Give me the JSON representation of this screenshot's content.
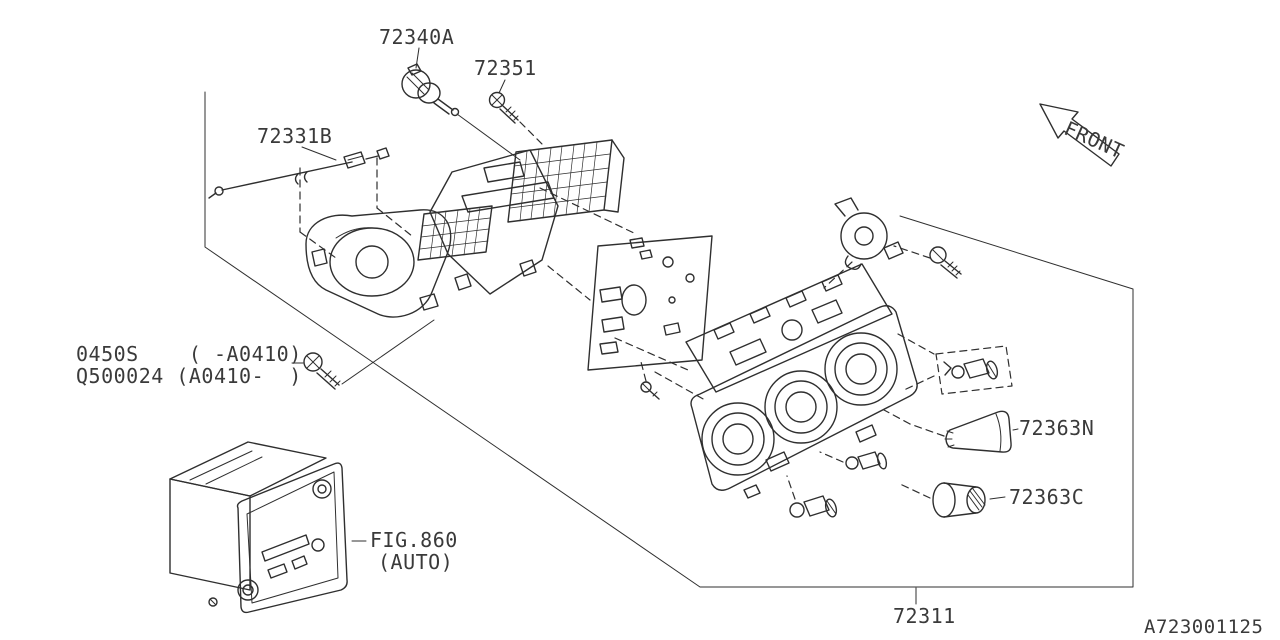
{
  "colors": {
    "background": "#ffffff",
    "line": "#2f2f2f",
    "text": "#3a3a3a"
  },
  "labels": {
    "part_72340a": "72340A",
    "part_72351": "72351",
    "part_72331b": "72331B",
    "screw_line1": "0450S    ( -A0410)",
    "screw_line2": "Q500024 (A0410-  )",
    "fig_ref": "FIG.860",
    "fig_variant": "(AUTO)",
    "part_72363n": "72363N",
    "part_72363c": "72363C",
    "part_72311": "72311",
    "front": "FRONT",
    "diagram_code": "A723001125"
  }
}
